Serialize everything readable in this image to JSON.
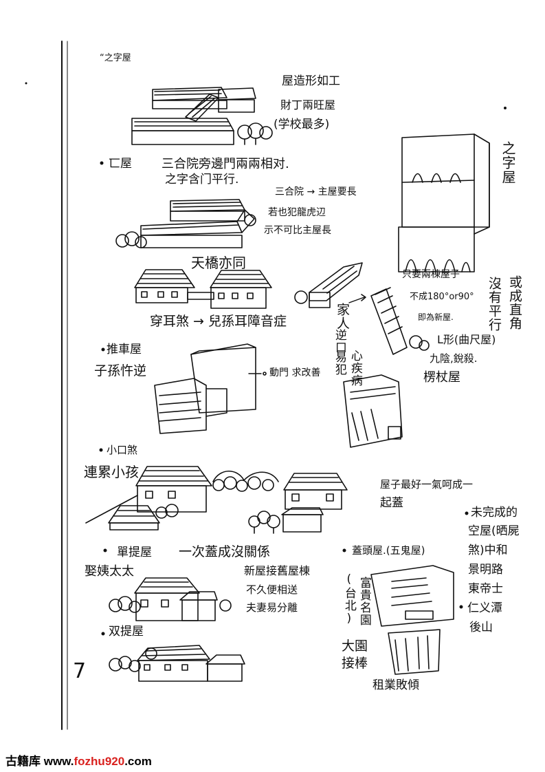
{
  "labels": {
    "tl_title": "“之字屋",
    "work_shape": "屋造形如工",
    "work_desc": "財丁兩旺屋",
    "school": "(学校最多)",
    "l_house_title": "匸屋",
    "l_house_desc1": "三合院旁邊門兩兩相对.",
    "l_house_desc2": "之字含门平行.",
    "sanheyuan": "三合院 → 主屋要長",
    "dragon_tiger": "若也犯龍虎辺",
    "not_exceed": "示不可比主屋長",
    "zigzag_side": "之字屋",
    "two_buildings": "只要兩棟屋子",
    "angle": "不成180°or90°",
    "is_zigzag": "即為新屋.",
    "not_parallel": "沒有平行",
    "or_vertical": "或成直角",
    "l_shape": "L形(曲尺屋)",
    "nine_die": "九陰,銳殺.",
    "crutch": "楞杖屋",
    "skybridge": "天橋亦同",
    "ear_disease": "穿耳煞 → 兒孫耳障音症",
    "home_people": "家人",
    "mouth_disease": "逆口",
    "prone": "易犯",
    "cardiac": "心疾病",
    "push_title": "推車屋",
    "child_go": "子孫忤逆",
    "move_door": "動門 求改善",
    "small_mouth": "小口煞",
    "harm_kids": "連累小孩",
    "best_raise": "屋子最好一氣呵成一",
    "build": "起蓋",
    "unfinished": "未完成的",
    "empty_house": "空屋(晒屍",
    "sha_zhonghe": "煞)中和",
    "jingming": "景明路",
    "dongdi": "東帝士",
    "renai": "仁义潭",
    "houshan": "後山",
    "single_title": "單提屋",
    "single_desc1": "一次蓋成沒關係",
    "single_desc2": "新屋接舊屋棟",
    "single_desc3": "不久便相送",
    "single_desc4": "夫妻易分離",
    "tai_tai": "娶姨太太",
    "double_title": "双提屋",
    "cover_title": "蓋頭屋.(五鬼屋)",
    "cover_side1": "富貴名園",
    "cover_side2": "大園",
    "cover_side3": "接棒",
    "cover_fail": "租業敗傾",
    "cover_left": "(台北)",
    "page_number": "7"
  },
  "footer": {
    "brand": "古籍库",
    "url_www": "www.",
    "url_fozhu": "fozhu",
    "url_num": "920",
    "url_com": ".com"
  }
}
